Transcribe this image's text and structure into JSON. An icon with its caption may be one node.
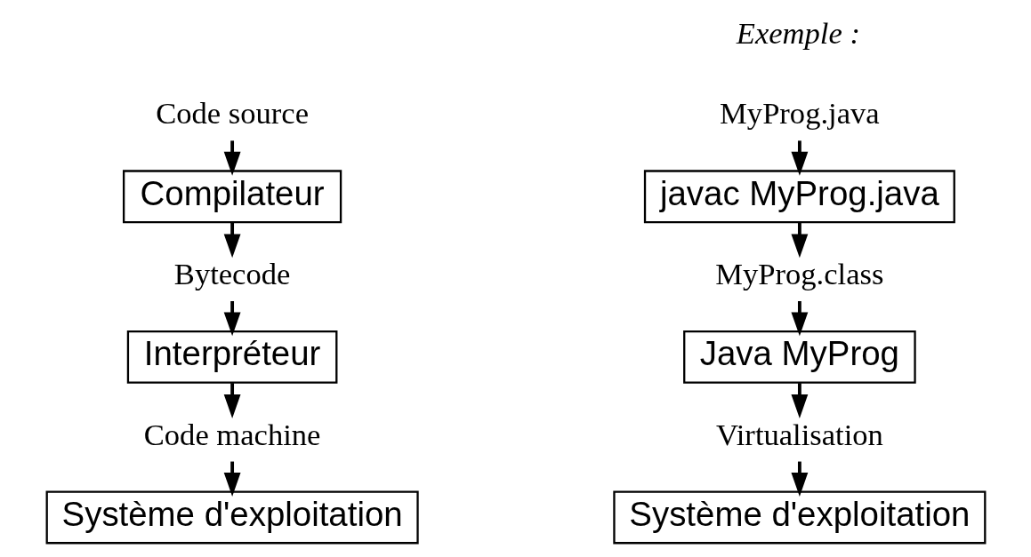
{
  "diagram": {
    "nodes": [
      {
        "text": [
          "Code source"
        ]
      },
      {
        "text": [
          "Compilateur"
        ]
      },
      {
        "text": [
          "Bytecode"
        ]
      },
      {
        "text": [
          "Interpréteur"
        ]
      },
      {
        "text": [
          "Code machine"
        ]
      },
      {
        "text": [
          "Système d'exploitation"
        ]
      },
      {
        "text": [
          "MyProg.java"
        ]
      },
      {
        "text": [
          "javac MyProg.java"
        ]
      },
      {
        "text": [
          "MyProg.class"
        ]
      },
      {
        "text": [
          "Java MyProg"
        ]
      },
      {
        "text": [
          "Virtualisation"
        ]
      },
      {
        "text": [
          "Système d'exploitation"
        ]
      }
    ],
    "edges": [
      {
        "from": 0,
        "to": 1,
        "arrow": "to"
      },
      {
        "from": 1,
        "to": 2,
        "arrow": "to"
      },
      {
        "from": 2,
        "to": 3,
        "arrow": "to"
      },
      {
        "from": 3,
        "to": 4,
        "arrow": "to"
      },
      {
        "from": 4,
        "to": 5,
        "arrow": "to"
      },
      {
        "from": 6,
        "to": 7,
        "arrow": "to"
      },
      {
        "from": 7,
        "to": 8,
        "arrow": "to"
      },
      {
        "from": 8,
        "to": 9,
        "arrow": "to"
      },
      {
        "from": 9,
        "to": 10,
        "arrow": "to"
      },
      {
        "from": 10,
        "to": 11,
        "arrow": "to"
      }
    ],
    "labels": [
      "Exemple :"
    ]
  }
}
